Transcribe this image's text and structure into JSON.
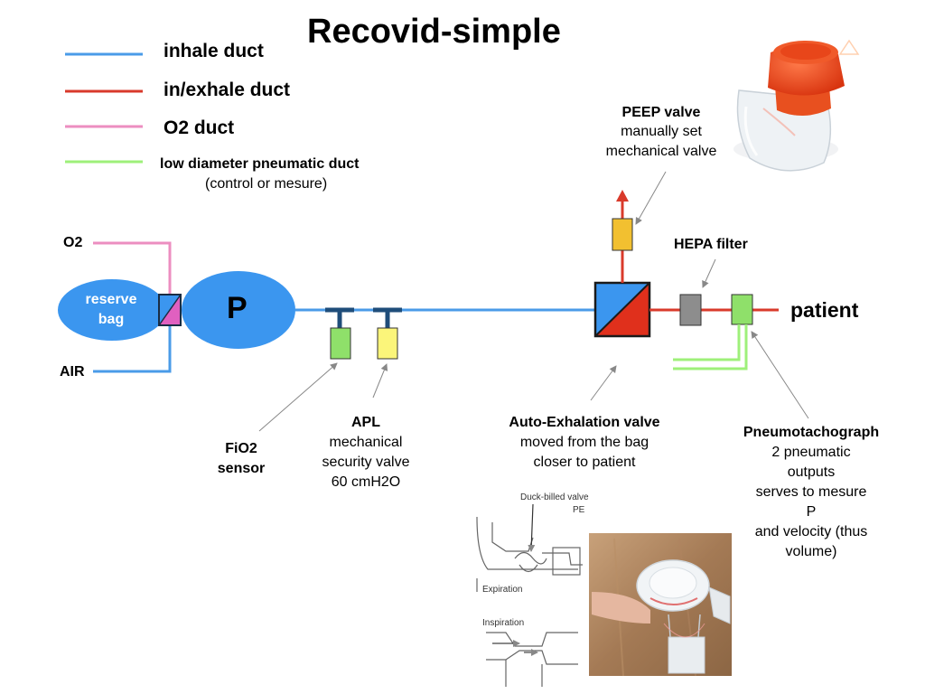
{
  "title": "Recovid-simple",
  "legend": [
    {
      "label": "inhale duct",
      "color": "#4a9be8"
    },
    {
      "label": "in/exhale duct",
      "color": "#d93a2b"
    },
    {
      "label": "O2 duct",
      "color": "#ec8ec0"
    },
    {
      "label": "low diameter pneumatic duct",
      "sublabel": "(control or mesure)",
      "color": "#9ef07a"
    }
  ],
  "nodes": {
    "o2": "O2",
    "air": "AIR",
    "reserve_bag": "reserve\nbag",
    "pump": "P",
    "patient": "patient"
  },
  "annotations": {
    "peep_title": "PEEP valve",
    "peep_desc": "manually set\nmechanical valve",
    "hepa": "HEPA filter",
    "fio2": "FiO2\nsensor",
    "apl_title": "APL",
    "apl_desc": "mechanical\nsecurity valve\n60 cmH2O",
    "auto_title": "Auto-Exhalation valve",
    "auto_desc": "moved from the bag\ncloser to patient",
    "pneumo_title": "Pneumotachograph",
    "pneumo_desc": "2 pneumatic outputs\nserves to mesure P\nand velocity (thus volume)"
  },
  "sketch": {
    "label_valve": "Duck-billed valve",
    "label_pe": "PE",
    "label_expiration": "Expiration",
    "label_inspiration": "Inspiration"
  }
}
